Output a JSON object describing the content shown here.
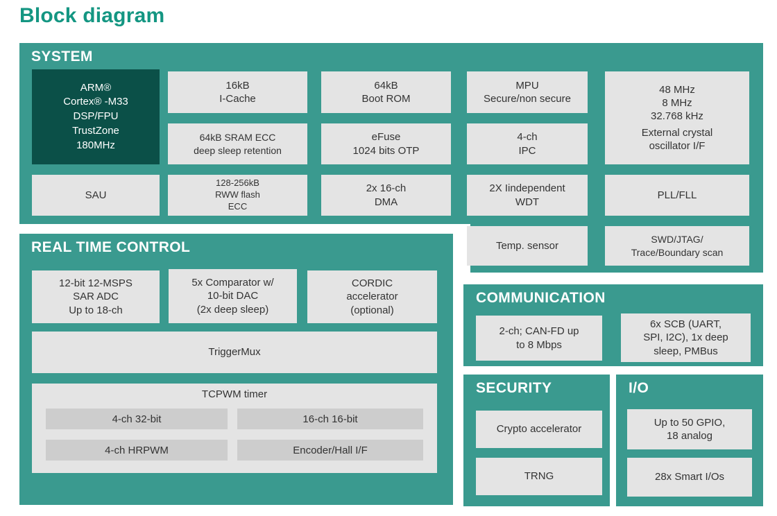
{
  "title": "Block diagram",
  "colors": {
    "teal": "#3a9a8f",
    "dark_teal": "#0b5048",
    "box_gray": "#e4e4e4",
    "inner_gray": "#cdcdcd",
    "title_teal": "#149682",
    "text_dark": "#333333",
    "header_text": "#ffffff"
  },
  "panels": {
    "system": {
      "label": "SYSTEM",
      "boxes": {
        "arm_core": "ARM®\nCortex® -M33\nDSP/FPU\nTrustZone\n180MHz",
        "sau": "SAU",
        "icache": "16kB\nI-Cache",
        "sram": "64kB SRAM ECC\ndeep sleep retention",
        "flash": "128-256kB\nRWW flash\nECC",
        "boot_rom": "64kB\nBoot ROM",
        "efuse": "eFuse\n1024 bits OTP",
        "dma": "2x 16-ch\nDMA",
        "mpu": "MPU\nSecure/non secure",
        "ipc": "4-ch\nIPC",
        "wdt": "2X Iindependent\nWDT",
        "temp_sensor": "Temp. sensor",
        "clock_freqs": "48 MHz\n8 MHz\n32.768 kHz",
        "clock_xtal": "External crystal\noscillator I/F",
        "pll": "PLL/FLL",
        "swd": "SWD/JTAG/\nTrace/Boundary scan"
      }
    },
    "rtc": {
      "label": "REAL TIME CONTROL",
      "boxes": {
        "adc": "12-bit 12-MSPS\nSAR ADC\nUp to 18-ch",
        "comparator": "5x Comparator w/\n10-bit DAC\n(2x deep sleep)",
        "cordic": "CORDIC\naccelerator\n(optional)",
        "trigger_mux": "TriggerMux",
        "tcpwm_label": "TCPWM timer",
        "tcpwm_32bit": "4-ch 32-bit",
        "tcpwm_16bit": "16-ch 16-bit",
        "tcpwm_hrpwm": "4-ch HRPWM",
        "tcpwm_encoder": "Encoder/Hall I/F"
      }
    },
    "communication": {
      "label": "COMMUNICATION",
      "boxes": {
        "canfd": "2-ch; CAN-FD up\nto 8 Mbps",
        "scb": "6x SCB (UART,\nSPI, I2C), 1x deep\nsleep, PMBus"
      }
    },
    "security": {
      "label": "SECURITY",
      "boxes": {
        "crypto": "Crypto accelerator",
        "trng": "TRNG"
      }
    },
    "io": {
      "label": "I/O",
      "boxes": {
        "gpio": "Up to 50 GPIO,\n18 analog",
        "smart_io": "28x Smart I/Os"
      }
    }
  }
}
